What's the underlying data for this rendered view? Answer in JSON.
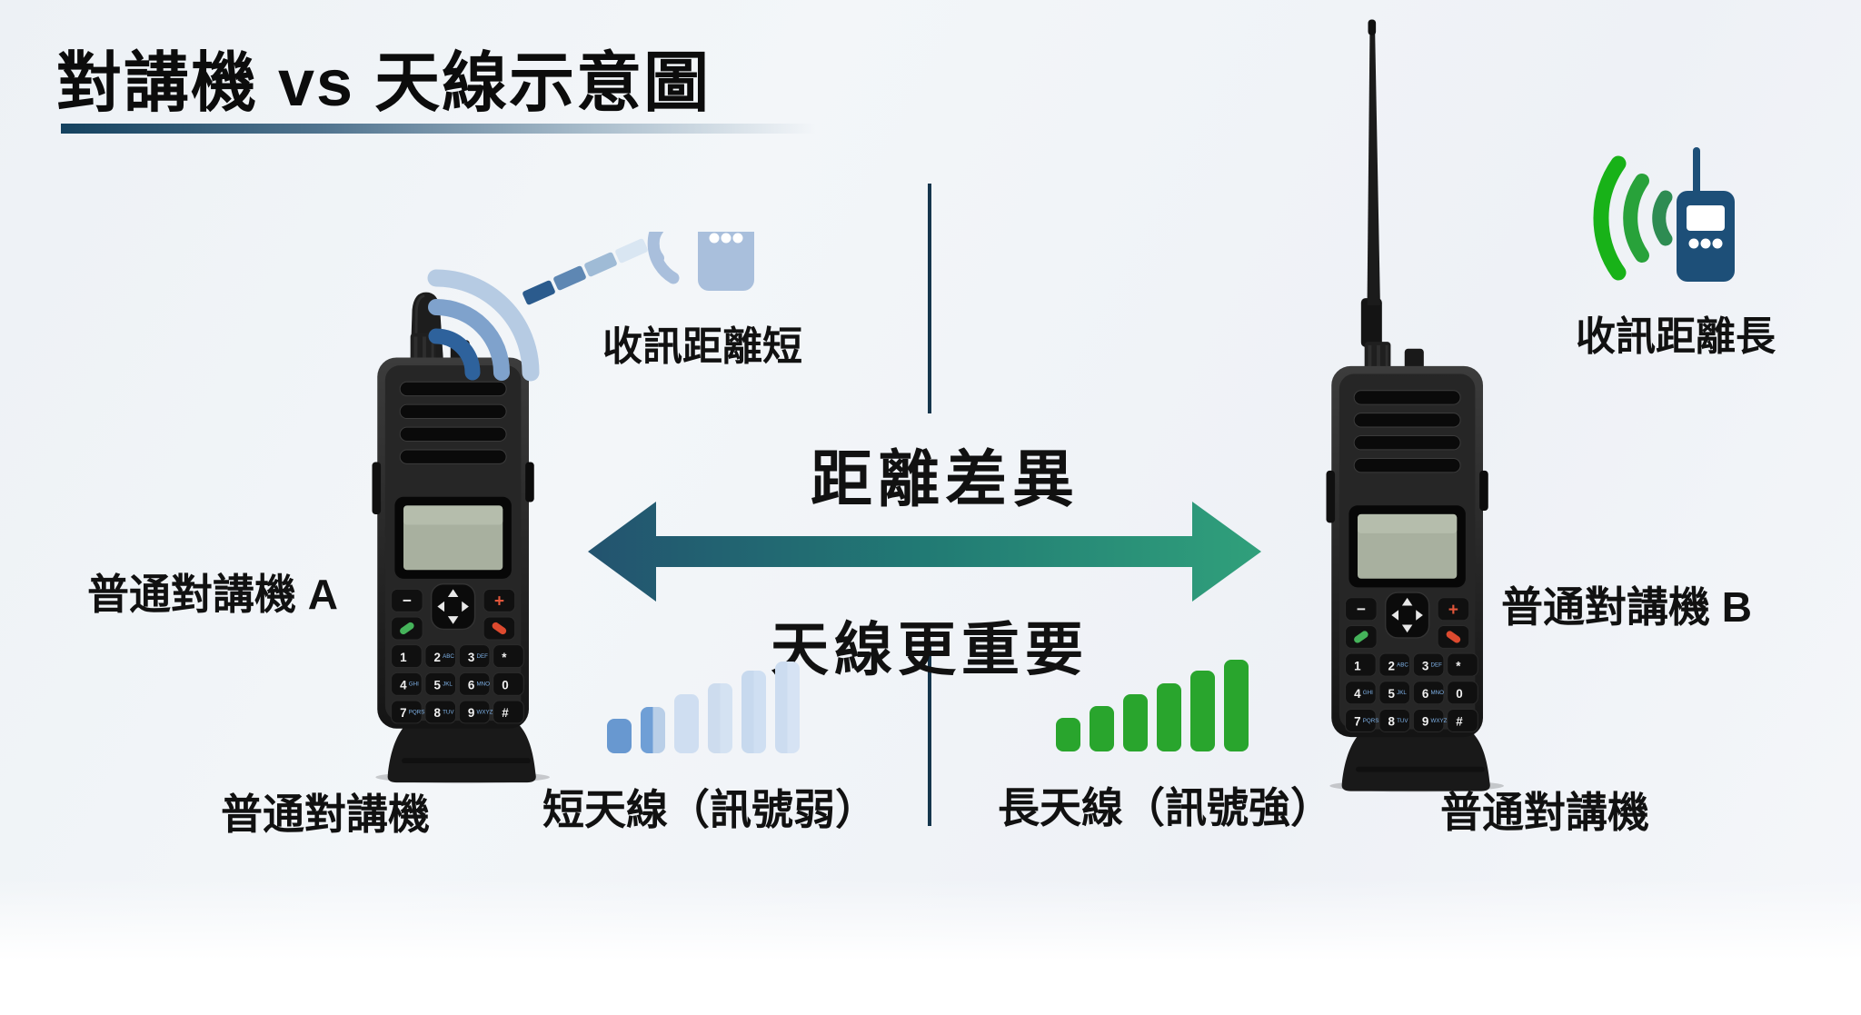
{
  "title": "對講機 vs 天線示意圖",
  "center": {
    "distance_label": "距離差異",
    "antenna_label": "天線更重要"
  },
  "left": {
    "reception_label": "收訊距離短",
    "device_label": "普通對講機 A",
    "device_caption": "普通對講機",
    "signal_label": "短天線（訊號弱）"
  },
  "right": {
    "reception_label": "收訊距離長",
    "device_label": "普通對講機 B",
    "device_caption": "普通對講機",
    "signal_label": "長天線（訊號強）"
  },
  "icons": {
    "left_small_device": "walkie-talkie-icon",
    "left_waves": "radio-waves-icon",
    "left_link": "dashed-signal-path-icon",
    "right_small_device": "walkie-talkie-icon",
    "right_waves": "radio-waves-icon",
    "arrow": "double-headed-arrow-icon"
  },
  "signal_bars": {
    "left": [
      {
        "h": 38,
        "c": [
          "#6898d0",
          "#6898d0"
        ]
      },
      {
        "h": 51,
        "c": [
          "#6f9fd6",
          "#b9cfe8"
        ]
      },
      {
        "h": 65,
        "c": [
          "#cfdef1",
          "#cfdef1"
        ]
      },
      {
        "h": 77,
        "c": [
          "#cddcee",
          "#d4e2f2"
        ]
      },
      {
        "h": 91,
        "c": [
          "#c7d9ee",
          "#cfdff2"
        ]
      },
      {
        "h": 101,
        "c": [
          "#ccdcf0",
          "#d6e3f4"
        ]
      }
    ],
    "right": [
      {
        "h": 37,
        "c": [
          "#29a52d",
          "#29a52d"
        ]
      },
      {
        "h": 50,
        "c": [
          "#29a52d",
          "#29a52d"
        ]
      },
      {
        "h": 63,
        "c": [
          "#29a52d",
          "#29a52d"
        ]
      },
      {
        "h": 75,
        "c": [
          "#29a52d",
          "#29a52d"
        ]
      },
      {
        "h": 89,
        "c": [
          "#29a52d",
          "#29a52d"
        ]
      },
      {
        "h": 101,
        "c": [
          "#29a52d",
          "#29a52d"
        ]
      }
    ]
  },
  "radio_keypad": {
    "minus": "−",
    "plus": "+",
    "keys": [
      [
        "1",
        ""
      ],
      [
        "2",
        "ABC"
      ],
      [
        "3",
        "DEF"
      ],
      [
        "*",
        ""
      ],
      [
        "4",
        "GHI"
      ],
      [
        "5",
        "JKL"
      ],
      [
        "6",
        "MNO"
      ],
      [
        "0",
        ""
      ],
      [
        "7",
        "PQRS"
      ],
      [
        "8",
        "TUV"
      ],
      [
        "9",
        "WXYZ"
      ],
      [
        "#",
        ""
      ]
    ]
  },
  "colors": {
    "divider": "#16364d",
    "arrow_left": "#23536f",
    "arrow_mid": "#217a74",
    "arrow_right": "#30a07b",
    "light_blue_icon": "#a9bfdc",
    "navy_icon": "#1d4f78",
    "wave_blues": [
      "#2e629c",
      "#7fa2cc",
      "#b6cbe3"
    ],
    "wave_greens": [
      "#2e8c52",
      "#28a23a",
      "#18b218"
    ],
    "bar_green": "#29a52d",
    "bar_blue_strong": "#6898d0",
    "bar_blue_weak": "#cfdef1"
  }
}
